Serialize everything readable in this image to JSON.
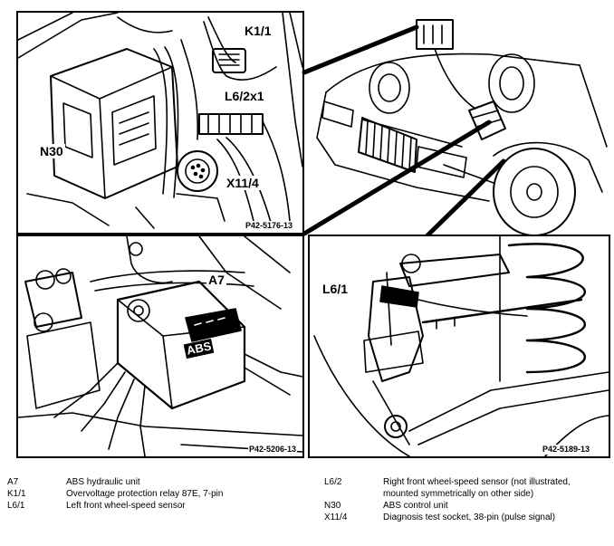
{
  "panels": {
    "top_left": {
      "callouts": {
        "k1_1": "K1/1",
        "l6_2x1": "L6/2x1",
        "n30": "N30",
        "x11_4": "X11/4"
      },
      "ref": "P42-5176-13"
    },
    "bottom_left": {
      "callouts": {
        "a7": "A7",
        "abs_marking": "ABS"
      },
      "ref": "P42-5206-13"
    },
    "bottom_right": {
      "callouts": {
        "l6_1": "L6/1"
      },
      "ref": "P42-5189-13"
    }
  },
  "legend": {
    "left": [
      {
        "code": "A7",
        "desc": "ABS hydraulic unit"
      },
      {
        "code": "K1/1",
        "desc": "Overvoltage protection relay 87E, 7-pin"
      },
      {
        "code": "L6/1",
        "desc": "Left front wheel-speed sensor"
      }
    ],
    "right": [
      {
        "code": "L6/2",
        "desc": "Right front wheel-speed sensor (not illustrated,\nmounted symmetrically on other side)"
      },
      {
        "code": "N30",
        "desc": "ABS control unit"
      },
      {
        "code": "X11/4",
        "desc": "Diagnosis test socket, 38-pin (pulse signal)"
      }
    ]
  }
}
